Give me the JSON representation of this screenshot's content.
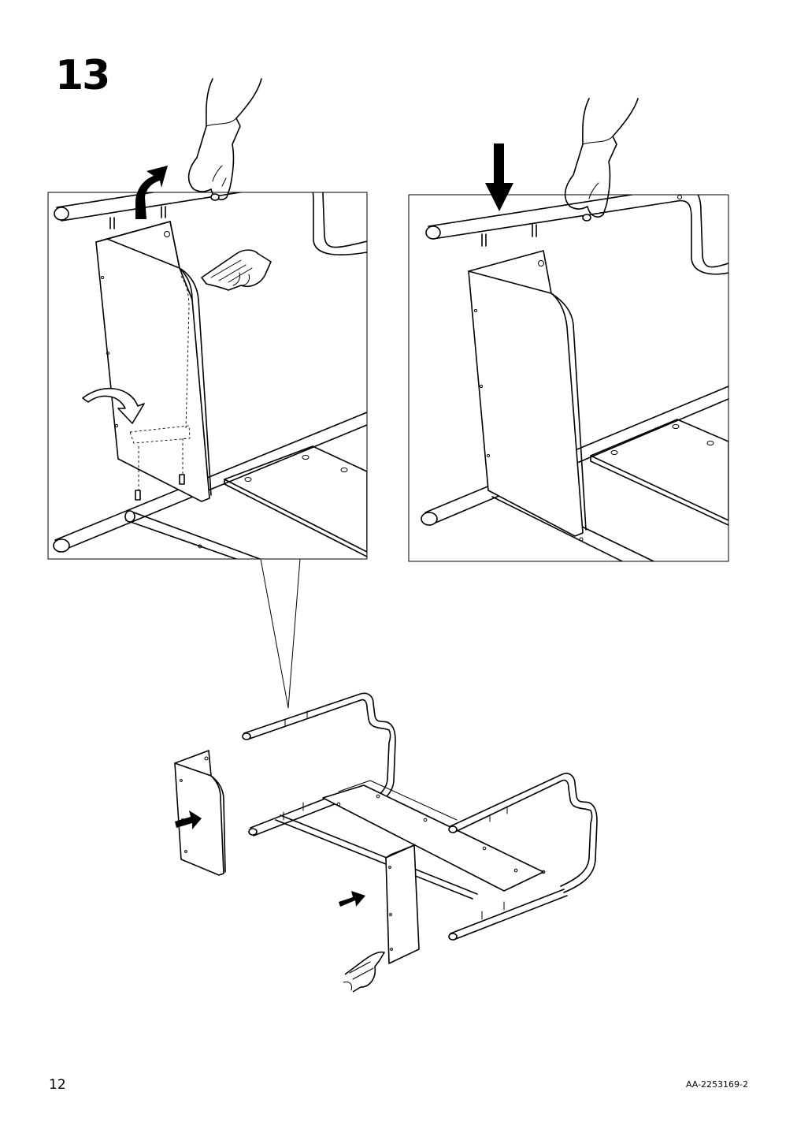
{
  "step": {
    "number": "13"
  },
  "footer": {
    "page_number": "12",
    "document_code": "AA-2253169-2"
  },
  "illustrations": [
    {
      "name": "attach-end-panel-detail",
      "icon": "tilt-panel-onto-frame"
    },
    {
      "name": "press-frame-down-detail",
      "icon": "press-down-arrow"
    },
    {
      "name": "overview-assembly",
      "icon": "insert-end-panels-arrows"
    }
  ]
}
